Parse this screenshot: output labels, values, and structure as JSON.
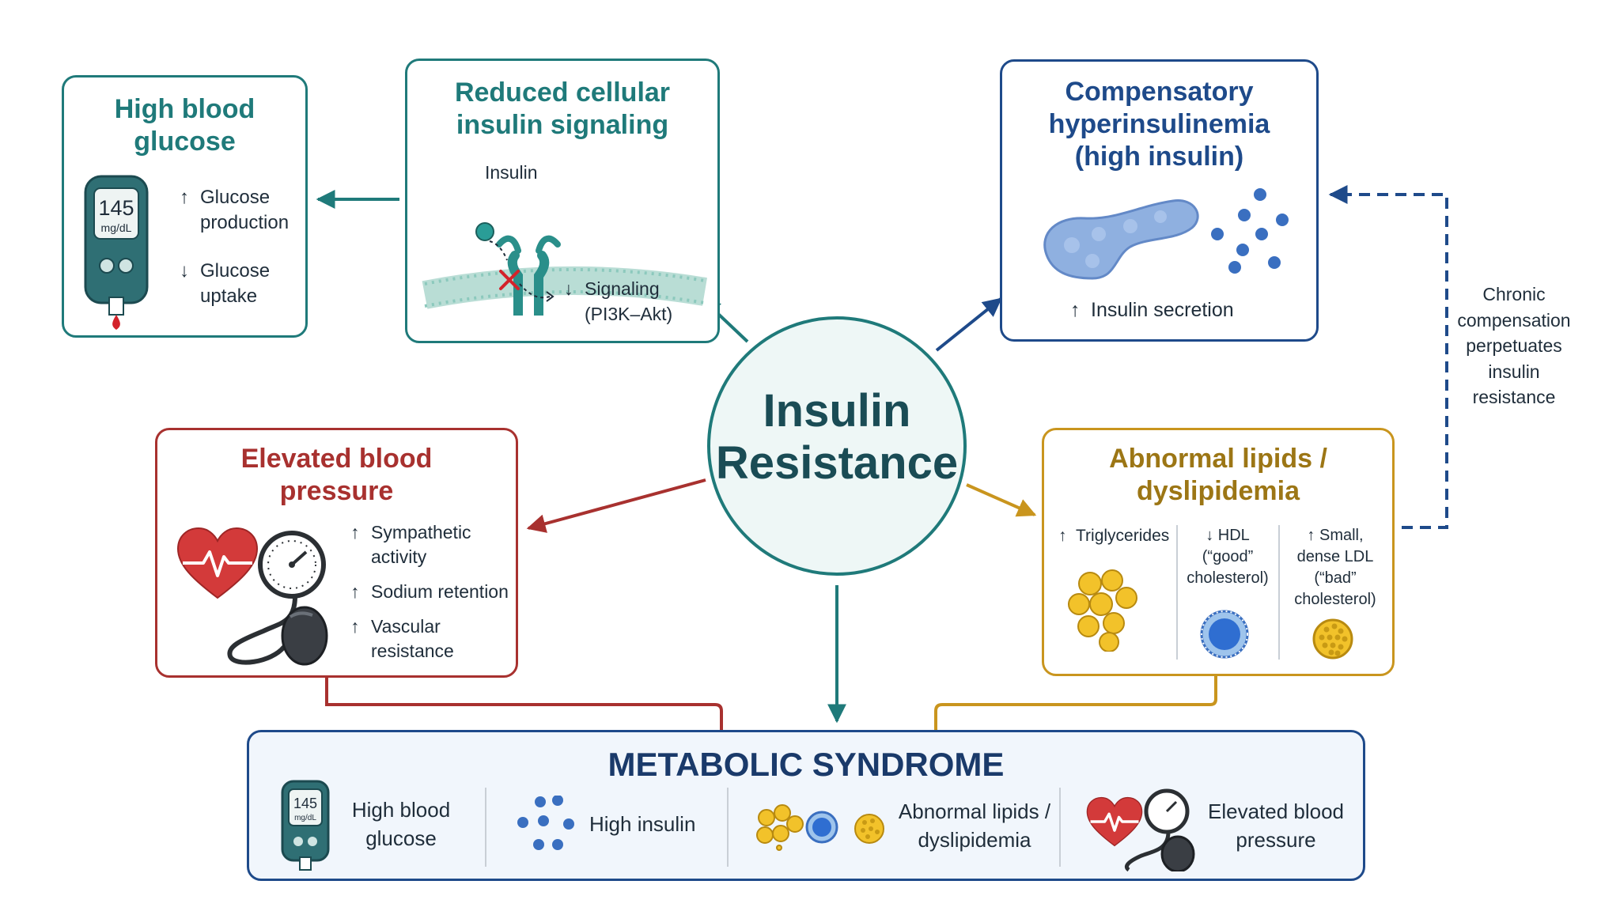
{
  "center": {
    "line1": "Insulin",
    "line2": "Resistance"
  },
  "glucose_box": {
    "title_line1": "High blood",
    "title_line2": "glucose",
    "meter_value": "145",
    "meter_unit": "mg/dL",
    "item1_arrow": "↑",
    "item1_line1": "Glucose",
    "item1_line2": "production",
    "item2_arrow": "↓",
    "item2_line1": "Glucose",
    "item2_line2": "uptake"
  },
  "signaling_box": {
    "title_line1": "Reduced cellular",
    "title_line2": "insulin signaling",
    "insulin_label": "Insulin",
    "signal_arrow": "↓",
    "signal_line1": "Signaling",
    "signal_line2": "(PI3K–Akt)"
  },
  "hyperinsulinemia_box": {
    "title_line1": "Compensatory",
    "title_line2": "hyperinsulinemia",
    "title_line3": "(high insulin)",
    "secretion_arrow": "↑",
    "secretion_label": "Insulin secretion"
  },
  "feedback_note": {
    "line1": "Chronic",
    "line2": "compensation",
    "line3": "perpetuates",
    "line4": "insulin",
    "line5": "resistance"
  },
  "pressure_box": {
    "title_line1": "Elevated blood",
    "title_line2": "pressure",
    "item1_arrow": "↑",
    "item1_line1": "Sympathetic",
    "item1_line2": "activity",
    "item2_arrow": "↑",
    "item2_line1": "Sodium retention",
    "item3_arrow": "↑",
    "item3_line1": "Vascular",
    "item3_line2": "resistance"
  },
  "lipids_box": {
    "title_line1": "Abnormal lipids /",
    "title_line2": "dyslipidemia",
    "col1_arrow": "↑",
    "col1_line1": "Triglycerides",
    "col2_arrow": "↓",
    "col2_line1": "HDL",
    "col2_line2": "(“good”",
    "col2_line3": "cholesterol)",
    "col3_arrow": "↑",
    "col3_line1": "Small,",
    "col3_line2": "dense LDL",
    "col3_line3": "(“bad”",
    "col3_line4": "cholesterol)"
  },
  "syndrome_box": {
    "title": "METABOLIC SYNDROME",
    "meter_value": "145",
    "meter_unit": "mg/dL",
    "item1_line1": "High blood",
    "item1_line2": "glucose",
    "item2_line1": "High insulin",
    "item3_line1": "Abnormal lipids /",
    "item3_line2": "dyslipidemia",
    "item4_line1": "Elevated blood",
    "item4_line2": "pressure"
  },
  "colors": {
    "teal": "#1f7a7a",
    "navy": "#1e4a8a",
    "red": "#a8312f",
    "gold": "#c9951e",
    "dark_navy": "#1a3a6a",
    "blue_dots": "#3a6fc0",
    "pancreas": "#8fb0e0",
    "yellow": "#f2c22a"
  }
}
